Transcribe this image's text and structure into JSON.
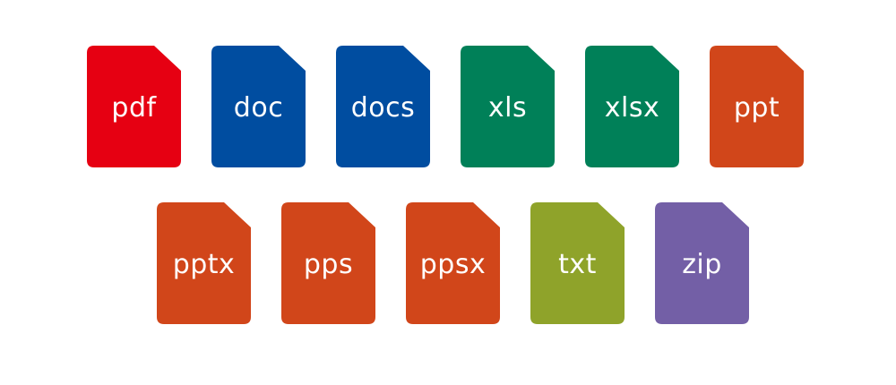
{
  "files": [
    {
      "label": "pdf",
      "color": "#E60012",
      "icon": "file-pdf-icon"
    },
    {
      "label": "doc",
      "color": "#004DA0",
      "icon": "file-doc-icon"
    },
    {
      "label": "docs",
      "color": "#004DA0",
      "icon": "file-docs-icon"
    },
    {
      "label": "xls",
      "color": "#008058",
      "icon": "file-xls-icon"
    },
    {
      "label": "xlsx",
      "color": "#008058",
      "icon": "file-xlsx-icon"
    },
    {
      "label": "ppt",
      "color": "#D1461A",
      "icon": "file-ppt-icon"
    },
    {
      "label": "pptx",
      "color": "#D1461A",
      "icon": "file-pptx-icon"
    },
    {
      "label": "pps",
      "color": "#D1461A",
      "icon": "file-pps-icon"
    },
    {
      "label": "ppsx",
      "color": "#D1461A",
      "icon": "file-ppsx-icon"
    },
    {
      "label": "txt",
      "color": "#8FA32A",
      "icon": "file-txt-icon"
    },
    {
      "label": "zip",
      "color": "#735FA6",
      "icon": "file-zip-icon"
    }
  ]
}
